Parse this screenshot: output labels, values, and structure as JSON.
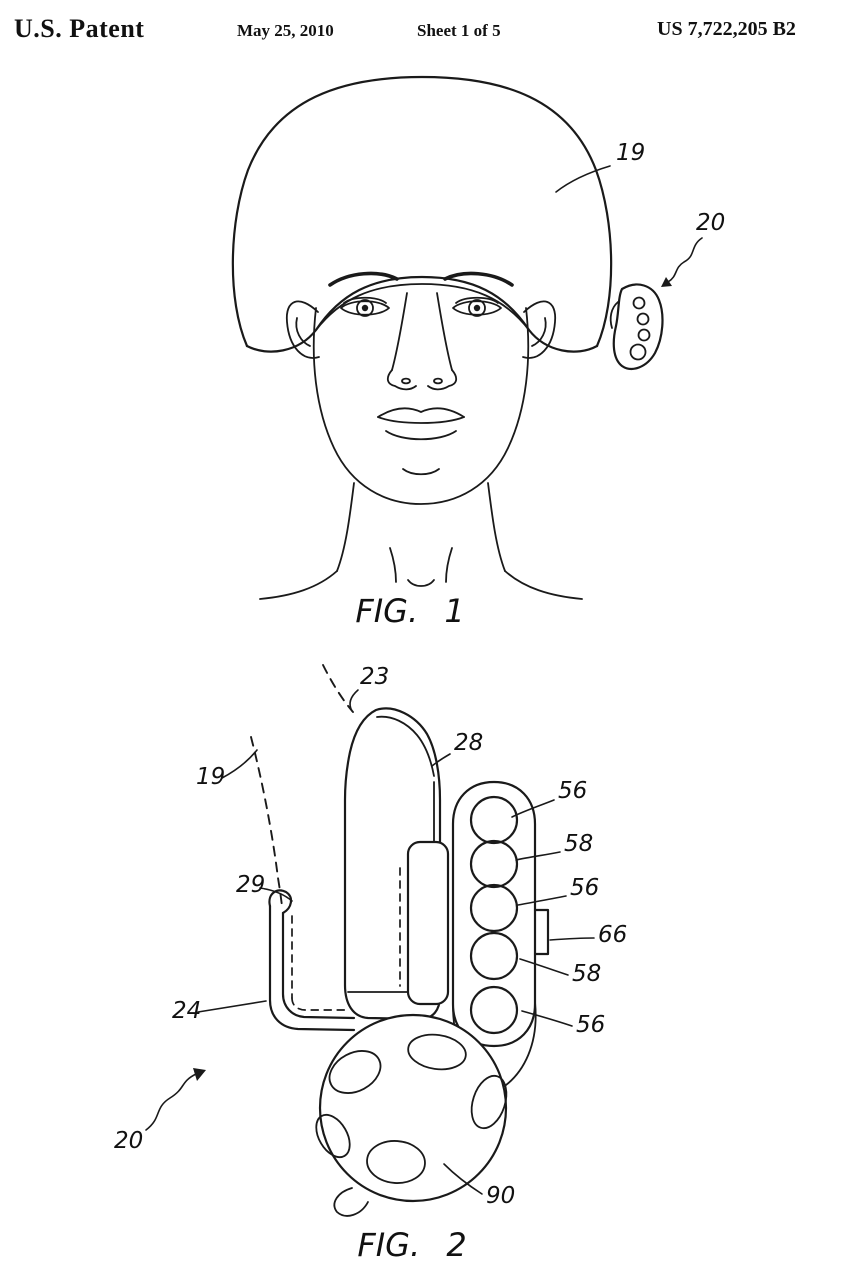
{
  "header": {
    "title": "U.S. Patent",
    "date": "May 25, 2010",
    "sheet": "Sheet 1 of 5",
    "patent_number": "US 7,722,205 B2"
  },
  "figure1": {
    "caption": "FIG. 1",
    "refs": {
      "helmet": "19",
      "device": "20"
    }
  },
  "figure2": {
    "caption": "FIG. 2",
    "refs": {
      "tip": "23",
      "housing": "28",
      "helmet_edge": "19",
      "clip_curl": "29",
      "clip": "24",
      "device": "20",
      "button_top": "56",
      "button_2": "58",
      "button_3": "56",
      "side_tab": "66",
      "button_4": "58",
      "button_5": "56",
      "ball": "90"
    }
  }
}
